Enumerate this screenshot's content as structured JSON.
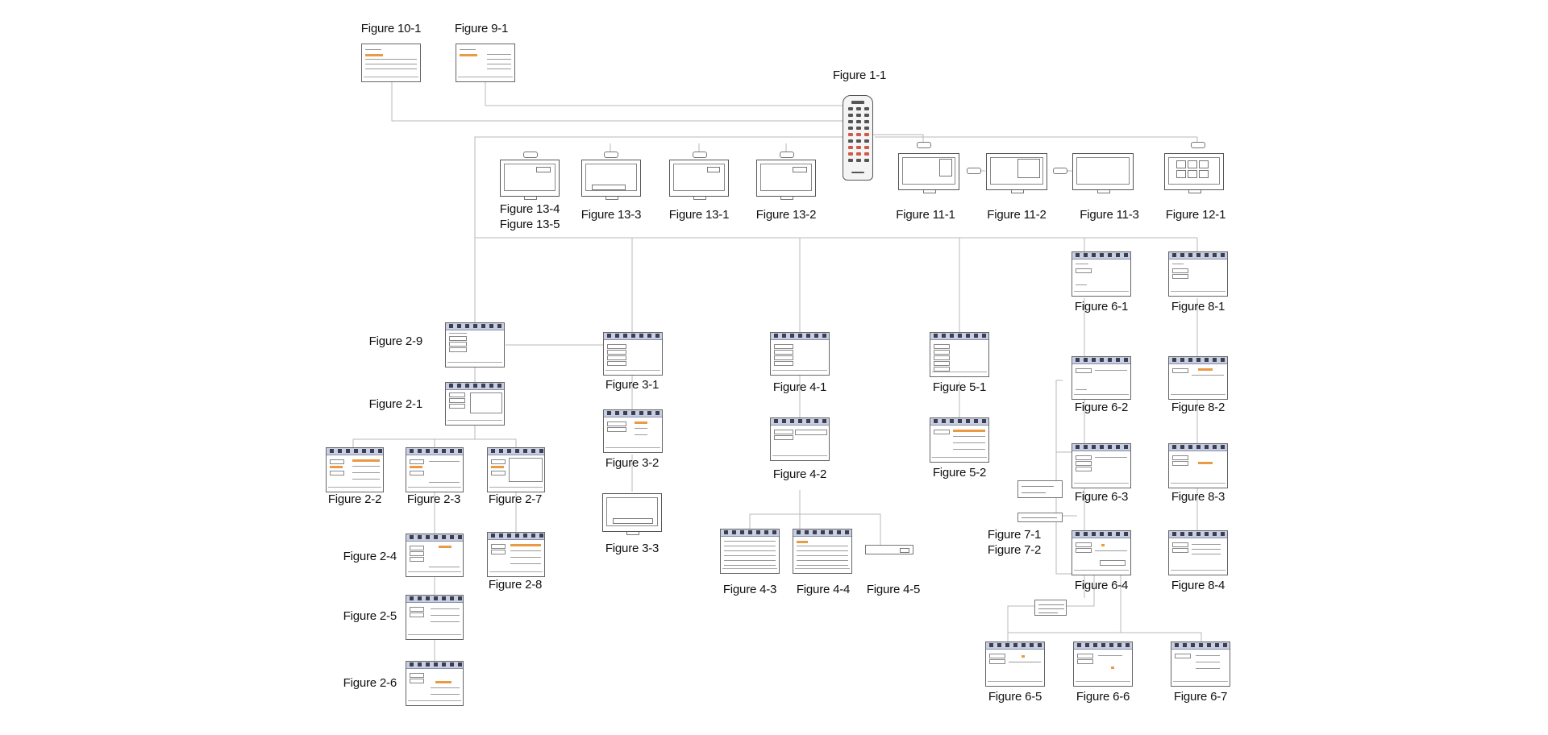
{
  "labels": {
    "f10_1": "Figure 10-1",
    "f9_1": "Figure 9-1",
    "f1_1": "Figure 1-1",
    "f13_4": "Figure 13-4",
    "f13_5": "Figure 13-5",
    "f13_3": "Figure 13-3",
    "f13_1": "Figure 13-1",
    "f13_2": "Figure 13-2",
    "f11_1": "Figure 11-1",
    "f11_2": "Figure 11-2",
    "f11_3": "Figure 11-3",
    "f12_1": "Figure 12-1",
    "f2_9": "Figure 2-9",
    "f2_1": "Figure 2-1",
    "f2_2": "Figure 2-2",
    "f2_3": "Figure 2-3",
    "f2_7": "Figure 2-7",
    "f2_4": "Figure 2-4",
    "f2_8": "Figure 2-8",
    "f2_5": "Figure 2-5",
    "f2_6": "Figure 2-6",
    "f3_1": "Figure 3-1",
    "f3_2": "Figure 3-2",
    "f3_3": "Figure 3-3",
    "f4_1": "Figure 4-1",
    "f4_2": "Figure 4-2",
    "f4_3": "Figure 4-3",
    "f4_4": "Figure 4-4",
    "f4_5": "Figure 4-5",
    "f5_1": "Figure 5-1",
    "f5_2": "Figure 5-2",
    "f6_1": "Figure 6-1",
    "f6_2": "Figure 6-2",
    "f6_3": "Figure 6-3",
    "f6_4": "Figure 6-4",
    "f6_5": "Figure 6-5",
    "f6_6": "Figure 6-6",
    "f6_7": "Figure 6-7",
    "f7_1": "Figure 7-1",
    "f7_2": "Figure 7-2",
    "f8_1": "Figure 8-1",
    "f8_2": "Figure 8-2",
    "f8_3": "Figure 8-3",
    "f8_4": "Figure 8-4"
  },
  "colors": {
    "line": "#b8b8b8",
    "menu_bar": "#c9cfe0",
    "highlight": "#e89a44"
  }
}
